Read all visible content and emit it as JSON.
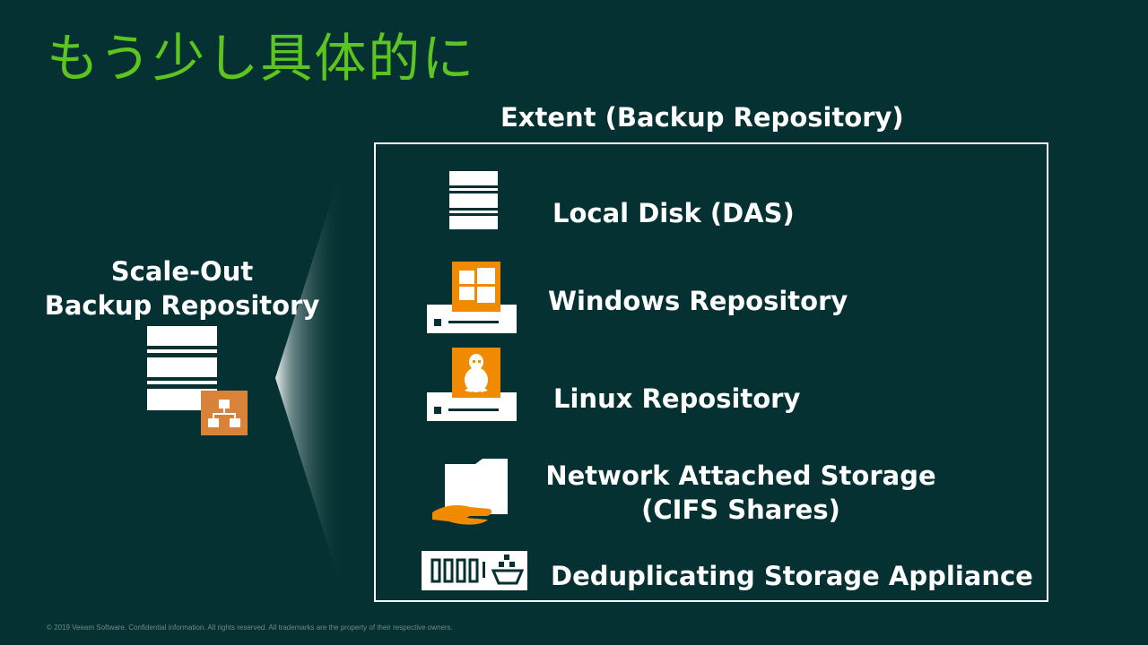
{
  "slide": {
    "title": "もう少し具体的に",
    "left_panel": {
      "label_line1": "Scale-Out",
      "label_line2": "Backup Repository",
      "icon": "scale-out-repository-icon"
    },
    "extent": {
      "title": "Extent (Backup Repository)",
      "items": [
        {
          "label": "Local Disk (DAS)",
          "icon": "server-stack-icon"
        },
        {
          "label": "Windows Repository",
          "icon": "windows-server-icon"
        },
        {
          "label": "Linux Repository",
          "icon": "linux-server-icon"
        },
        {
          "label_line1": "Network Attached Storage",
          "label_line2": "(CIFS Shares)",
          "icon": "nas-share-icon"
        },
        {
          "label": "Deduplicating Storage Appliance",
          "icon": "dedupe-appliance-icon"
        }
      ]
    },
    "footer": "© 2019 Veeam Software. Confidential information. All rights reserved. All trademarks are the property of their respective owners."
  },
  "colors": {
    "background": "#053132",
    "title": "#5cc520",
    "text": "#ffffff",
    "accent_orange": "#f08a00",
    "sobr_orange": "#d9823a"
  }
}
